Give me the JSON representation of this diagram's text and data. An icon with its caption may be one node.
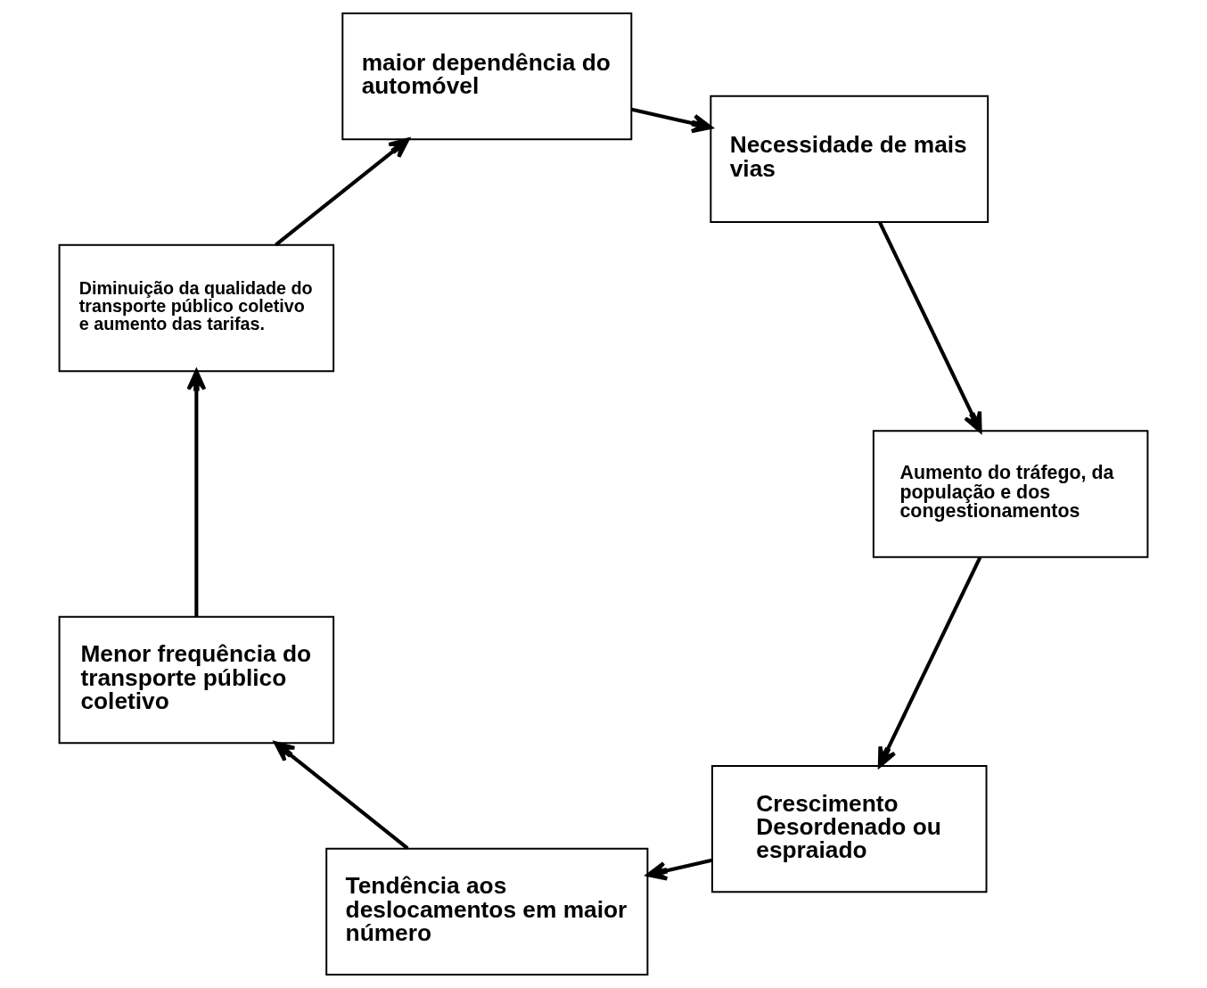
{
  "diagram": {
    "nodes": [
      {
        "text": [
          "Crescimento Desordenado ou espraiado"
        ]
      },
      {
        "text": [
          "Tendência aos deslocamentos em maior número"
        ]
      },
      {
        "text": [
          "Menor frequência do transporte público coletivo"
        ]
      },
      {
        "text": [
          "Diminuição da qualidade do transporte público coletivo e aumento das tarifas."
        ]
      },
      {
        "text": [
          "maior dependência do automóvel"
        ]
      },
      {
        "text": [
          "Necessidade de mais vias"
        ]
      },
      {
        "text": [
          "Aumento do tráfego, da população e dos congestionamentos"
        ]
      }
    ],
    "edges": [
      {
        "from": 0,
        "to": 1,
        "arrow": "to"
      },
      {
        "from": 1,
        "to": 2,
        "arrow": "to"
      },
      {
        "from": 2,
        "to": 3,
        "arrow": "to"
      },
      {
        "from": 3,
        "to": 4,
        "arrow": "to"
      },
      {
        "from": 4,
        "to": 5,
        "arrow": "to"
      },
      {
        "from": 5,
        "to": 6,
        "arrow": "to"
      },
      {
        "from": 6,
        "to": 0,
        "arrow": "to"
      }
    ]
  }
}
